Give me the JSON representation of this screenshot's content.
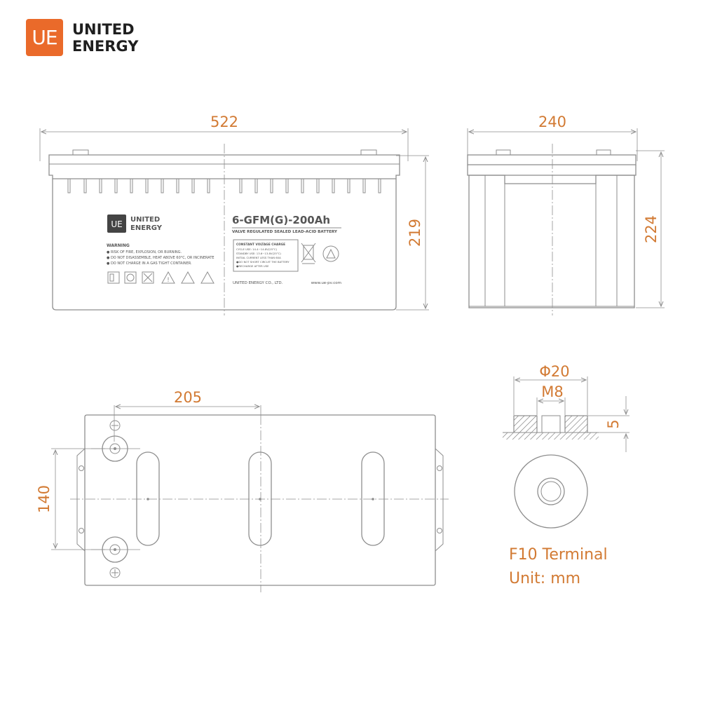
{
  "brand": {
    "logo_mark": "UE",
    "name_line1": "UNITED",
    "name_line2": "ENERGY",
    "accent_color": "#ea6a2a",
    "dimension_color": "#d27a33"
  },
  "front_view": {
    "width_dim": "522",
    "height_dim": "219",
    "label_logo_mark": "UE",
    "label_brand_line1": "UNITED",
    "label_brand_line2": "ENERGY",
    "model": "6-GFM(G)-200Ah",
    "subtitle": "VALVE REGULATED SEALED LEAD-ACID BATTERY",
    "warning_title": "WARNING",
    "warnings": [
      "RISK OF FIRE, EXPLOSION, OR BURNING.",
      "DO NOT DISASSEMBLE, HEAT ABOVE 60°C, OR INCINERATE",
      "DO NOT CHARGE IN A GAS TIGHT CONTAINER."
    ],
    "charge_box_title": "CONSTANT VOLTAGE CHARGE",
    "charge_lines": [
      "CYCLE USE: 14.4~14.8V(25°C)",
      "STANDBY USE: 13.6~13.8V(25°C)",
      "INITIAL CURRENT LESS THAN 60A",
      "DO NOT SHORT CIRCUIT THE BATTERY",
      "RECHARGE AFTER USE"
    ],
    "company": "UNITED ENERGY CO., LTD.",
    "website": "www.ue-pv.com"
  },
  "side_view": {
    "width_dim": "240",
    "height_dim": "224"
  },
  "top_view": {
    "terminal_spacing_dim": "205",
    "width_dim": "140"
  },
  "terminal_detail": {
    "diameter_dim": "Φ20",
    "thread_dim": "M8",
    "height_dim": "5"
  },
  "caption": {
    "terminal_type": "F10 Terminal",
    "unit": "Unit: mm"
  }
}
